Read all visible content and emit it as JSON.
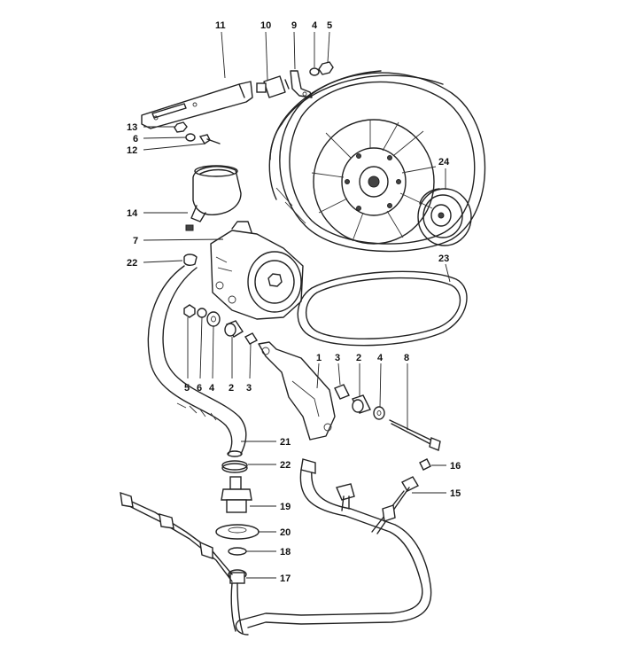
{
  "diagram": {
    "callouts": {
      "c11": "11",
      "c10": "10",
      "c9": "9",
      "c4a": "4",
      "c5a": "5",
      "c13": "13",
      "c6a": "6",
      "c12": "12",
      "c24": "24",
      "c14": "14",
      "c7": "7",
      "c22a": "22",
      "c23": "23",
      "c5b": "5",
      "c6b": "6",
      "c4b": "4",
      "c2a": "2",
      "c3a": "3",
      "c1": "1",
      "c3b": "3",
      "c2b": "2",
      "c4c": "4",
      "c8": "8",
      "c21": "21",
      "c22b": "22",
      "c16": "16",
      "c15": "15",
      "c19": "19",
      "c20": "20",
      "c18": "18",
      "c17": "17"
    }
  }
}
